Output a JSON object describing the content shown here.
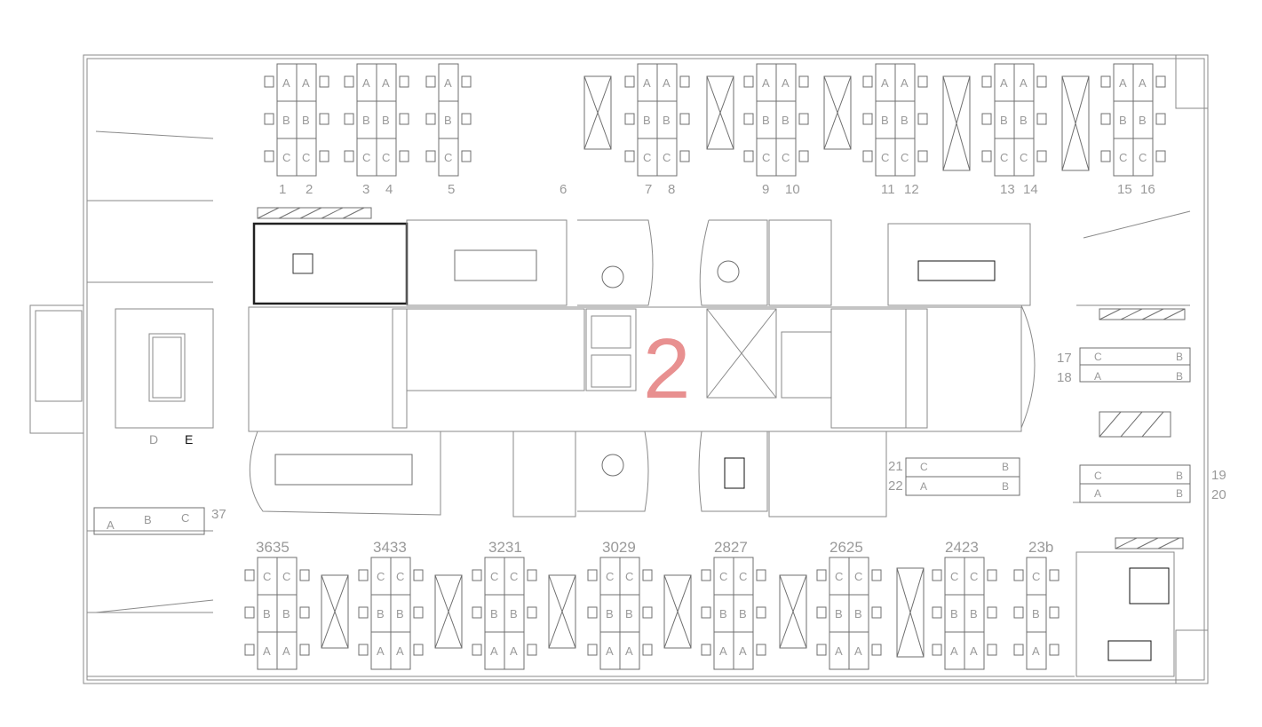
{
  "floor": {
    "number": "2",
    "colors": {
      "wall": "#8a8a8a",
      "furniture": "#6f6f6f",
      "label": "#9a9a9a",
      "highlight": "#111111",
      "floor_number": "#e89090",
      "background": "#ffffff"
    }
  },
  "top_row_numbers": [
    "1",
    "2",
    "3",
    "4",
    "5",
    "6",
    "7",
    "8",
    "9",
    "10",
    "11",
    "12",
    "13",
    "14",
    "15",
    "16"
  ],
  "bottom_row_numbers": [
    "3635",
    "3433",
    "3231",
    "3029",
    "2827",
    "2625",
    "2423",
    "23b"
  ],
  "right_side_numbers": [
    "17",
    "18",
    "19",
    "20",
    "21",
    "22"
  ],
  "room_37": "37",
  "seat_letters": {
    "a": "A",
    "b": "B",
    "c": "C",
    "d": "D",
    "e": "E"
  }
}
